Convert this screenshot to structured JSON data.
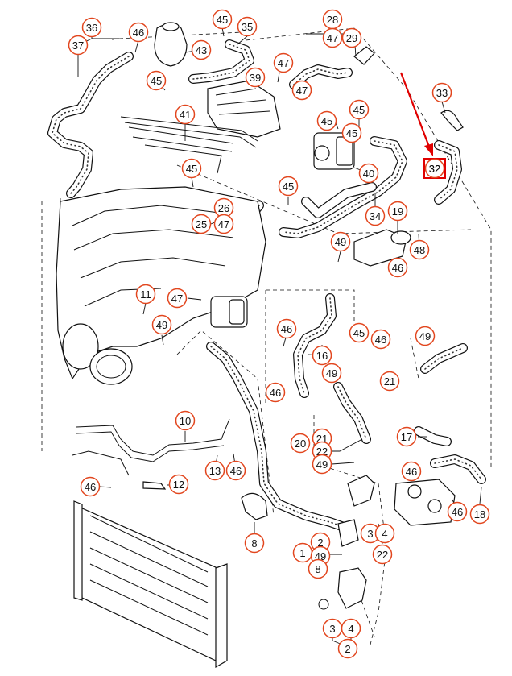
{
  "colors": {
    "callout_ring": "#e2461e",
    "highlight": "#e00000",
    "line": "#111111",
    "background": "#ffffff"
  },
  "highlighted_label": "32",
  "callouts": [
    "36",
    "37",
    "46",
    "43",
    "45",
    "35",
    "28",
    "47",
    "29",
    "47",
    "45",
    "39",
    "47",
    "33",
    "45",
    "45",
    "41",
    "45",
    "40",
    "32",
    "45",
    "45",
    "26",
    "25",
    "47",
    "34",
    "19",
    "49",
    "48",
    "46",
    "11",
    "47",
    "49",
    "46",
    "45",
    "46",
    "49",
    "16",
    "49",
    "21",
    "46",
    "10",
    "17",
    "20",
    "21",
    "22",
    "49",
    "46",
    "13",
    "46",
    "12",
    "46",
    "18",
    "46",
    "8",
    "3",
    "4",
    "2",
    "22",
    "1",
    "49",
    "8",
    "3",
    "4",
    "2"
  ]
}
